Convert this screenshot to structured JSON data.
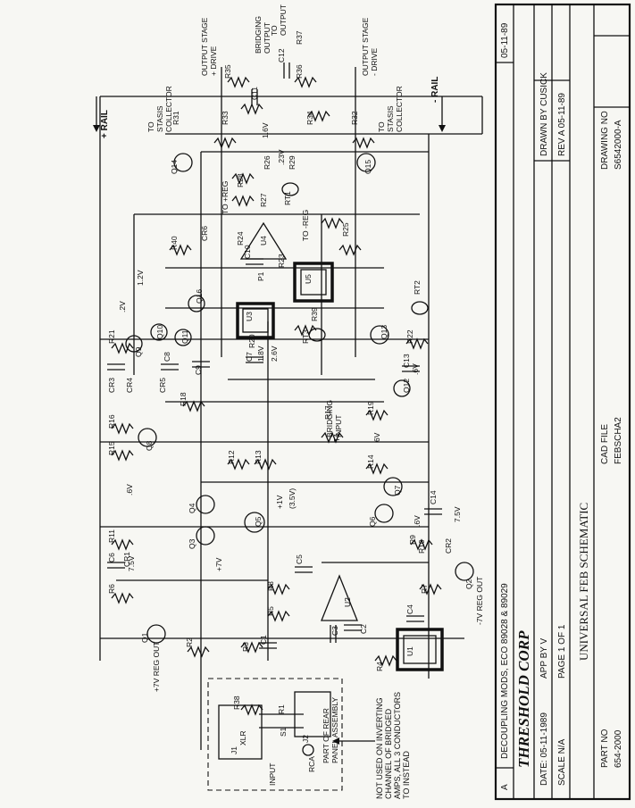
{
  "title_block": {
    "revision_marker": "A",
    "revision_note": "DECOUPLING MODS, ECO 89028 & 89029",
    "revision_date": "05-11-89",
    "company": "THRESHOLD CORP",
    "date": "DATE: 05-11-1989",
    "app_by": "APP BY V",
    "drawn_by": "DRAWN BY CUSICK",
    "scale": "SCALE  N/A",
    "page": "PAGE  1 OF 1",
    "rev": "REV  A 05-11-89",
    "sheet_title": "UNIVERSAL FEB SCHEMATIC",
    "part_no_label": "PART NO",
    "part_no": "654-2000",
    "cad_file_label": "CAD FILE",
    "cad_file": "FEBSCHA2",
    "drawing_no_label": "DRAWING NO",
    "drawing_no": "S6542000-A"
  },
  "labels": {
    "output_plus": "OUTPUT STAGE\n+ DRIVE",
    "output_minus": "OUTPUT STAGE\n- DRIVE",
    "bridging_output": "BRIDGING\nOUTPUT",
    "to_output": "TO\nOUTPUT",
    "plus_rail": "+ RAIL",
    "minus_rail": "- RAIL",
    "stasis_plus": "TO\nSTASIS\nCOLLECTOR",
    "stasis_minus": "TO\nSTASIS\nCOLLECTOR",
    "to_plus_reg": "TO +REG",
    "to_minus_reg": "TO -REG",
    "bridging_input": "BRIDGING\nINPUT",
    "plus7_reg_out": "+7V REG OUT",
    "minus7_reg_out": "-7V REG OUT",
    "plus7v": "+7V",
    "plus1v": "+1V",
    "v35": "(3.5V)",
    "input": "INPUT",
    "xlr": "XLR",
    "rca": "RCA",
    "rear_panel": "PART OF REAR\nPANEL ASSEMBLY",
    "not_used_note": "NOT USED ON INVERTING\nCHANNEL OF BRIDGED\nAMPS, ALL 3 CONDUCTORS\nTO    INSTEAD"
  },
  "components": [
    "Q1",
    "Q2",
    "Q3",
    "Q4",
    "Q5",
    "Q6",
    "Q7",
    "Q8",
    "Q9",
    "Q10",
    "Q11",
    "Q12",
    "Q13",
    "Q14",
    "Q15",
    "Q16",
    "U1",
    "U2",
    "U3",
    "U4",
    "U5",
    "R1",
    "R2",
    "R3",
    "R4",
    "R5",
    "R6",
    "R7",
    "R8",
    "R9",
    "R10",
    "R11",
    "R12",
    "R13",
    "R14",
    "R15",
    "R16",
    "R17",
    "R18",
    "R19",
    "R20",
    "R21",
    "R22",
    "R23",
    "R24",
    "R25",
    "R26",
    "R27",
    "R28",
    "R29",
    "R31",
    "R32",
    "R33",
    "R34",
    "R35",
    "R36",
    "R37",
    "R38",
    "R39",
    "R40",
    "C1",
    "C2",
    "C3",
    "C4",
    "C5",
    "C6",
    "C7",
    "C8",
    "C9",
    "C10",
    "C11",
    "C12",
    "C13",
    "C14",
    "CR1",
    "CR2",
    "CR3",
    "CR4",
    "CR5",
    "CR6",
    "RT1",
    "RT2",
    "RT3",
    "P1",
    "J1",
    "J2",
    "S1",
    "T1"
  ],
  "voltages": [
    ".2V",
    "1.2V",
    "1.6V",
    ".23V",
    "1.8V",
    "2.6V",
    ".6V",
    "7.5V",
    "6V",
    ".6V",
    "7.5V",
    ".6V"
  ]
}
